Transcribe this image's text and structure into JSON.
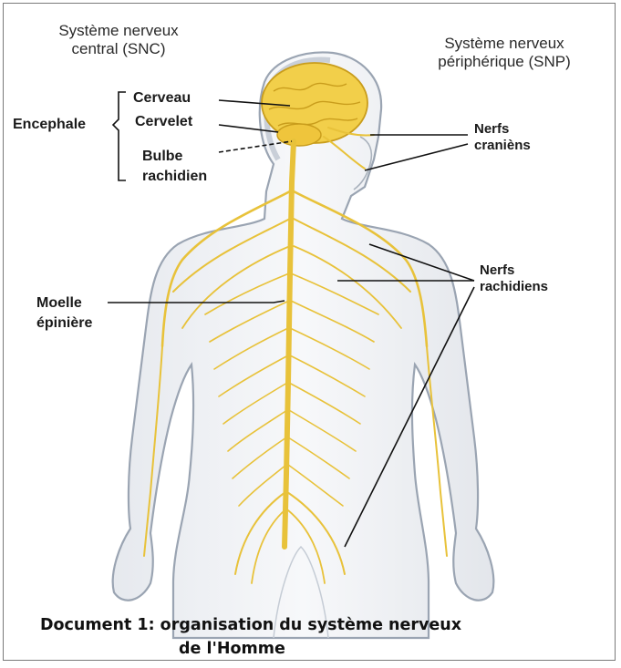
{
  "headers": {
    "snc_line1": "Système nerveux",
    "snc_line2": "central (SNC)",
    "snp_line1": "Système nerveux",
    "snp_line2": "périphérique (SNP)"
  },
  "labels": {
    "encephale": "Encephale",
    "cerveau": "Cerveau",
    "cervelet": "Cervelet",
    "bulbe_line1": "Bulbe",
    "bulbe_line2": "rachidien",
    "moelle_line1": "Moelle",
    "moelle_line2": "épinière",
    "nerfs_craniens_line1": "Nerfs",
    "nerfs_craniens_line2": "cranièns",
    "nerfs_rachidiens_line1": "Nerfs",
    "nerfs_rachidiens_line2": "rachidiens"
  },
  "caption": {
    "line1": "Document 1: organisation du système nerveux",
    "line2": "de l'Homme"
  },
  "colors": {
    "nerve": "#e8c23a",
    "brain": "#f2cf4a",
    "body_outline": "#9aa4b2",
    "leader_line": "#111111"
  }
}
